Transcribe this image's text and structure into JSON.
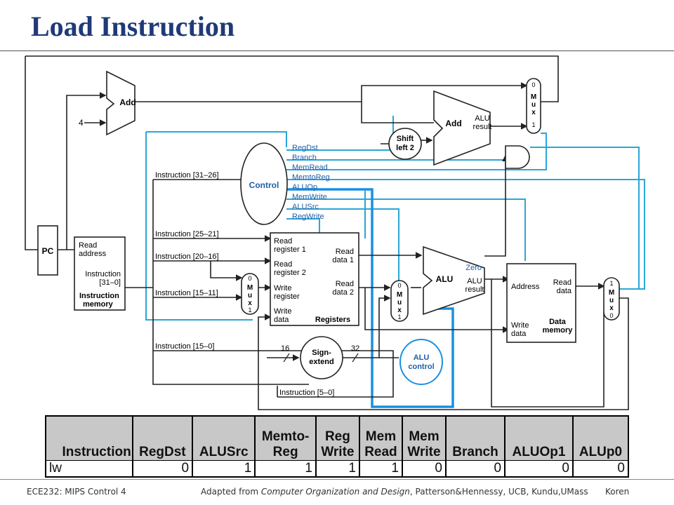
{
  "slide": {
    "title": "Load Instruction"
  },
  "datapath": {
    "pc": "PC",
    "add_top": "Add",
    "constant_four": "4",
    "add_branch": [
      "Add",
      "ALU",
      "result"
    ],
    "shift_left": [
      "Shift",
      "left 2"
    ],
    "control": "Control",
    "control_signals": [
      "RegDst",
      "Branch",
      "MemRead",
      "MemtoReg",
      "ALUOp",
      "MemWrite",
      "ALUSrc",
      "RegWrite"
    ],
    "instr_memory": [
      "Read",
      "address",
      "Instruction",
      "[31–0]",
      "Instruction",
      "memory"
    ],
    "fields": [
      "Instruction [31–26]",
      "Instruction [25–21]",
      "Instruction [20–16]",
      "Instruction [15–11]",
      "Instruction [15–0]",
      "Instruction [5–0]"
    ],
    "registers": {
      "read_reg1": [
        "Read",
        "register 1"
      ],
      "read_reg2": [
        "Read",
        "register 2"
      ],
      "write_reg": [
        "Write",
        "register"
      ],
      "write_data": [
        "Write",
        "data"
      ],
      "read_data1": [
        "Read",
        "data 1"
      ],
      "read_data2": [
        "Read",
        "data 2"
      ],
      "name": "Registers"
    },
    "mux_labels": [
      "M",
      "u",
      "x"
    ],
    "mux_inputs": {
      "zero": "0",
      "one": "1"
    },
    "sign_extend": [
      "Sign-",
      "extend"
    ],
    "width_16": "16",
    "width_32": "32",
    "alu": {
      "name": "ALU",
      "zero": "Zero",
      "result": [
        "ALU",
        "result"
      ]
    },
    "alu_control": [
      "ALU",
      "control"
    ],
    "data_memory": {
      "address": "Address",
      "read_data": [
        "Read",
        "data"
      ],
      "write_data": [
        "Write",
        "data"
      ],
      "name": [
        "Data",
        "memory"
      ]
    },
    "colors": {
      "control_lines": "#2aa6d6",
      "datapath_lines": "#222222",
      "active_path": "#1a8fe0",
      "title": "#1f3a78"
    }
  },
  "control_table": {
    "headers": [
      "Instruction",
      "RegDst",
      "ALUSrc",
      "Memto-Reg",
      "Reg Write",
      "Mem Read",
      "Mem Write",
      "Branch",
      "ALUOp1",
      "ALUp0"
    ],
    "header_lines": [
      [
        "Instruction"
      ],
      [
        "RegDst"
      ],
      [
        "ALUSrc"
      ],
      [
        "Memto-",
        "Reg"
      ],
      [
        "Reg",
        "Write"
      ],
      [
        "Mem",
        "Read"
      ],
      [
        "Mem",
        "Write"
      ],
      [
        "Branch"
      ],
      [
        "ALUOp1"
      ],
      [
        "ALUp0"
      ]
    ],
    "rows": [
      [
        "lw",
        "0",
        "1",
        "1",
        "1",
        "1",
        "0",
        "0",
        "0",
        "0"
      ]
    ]
  },
  "footer": {
    "left": "ECE232: MIPS Control 4",
    "credit_prefix": "Adapted from ",
    "credit_title": "Computer Organization and Design",
    "credit_suffix": ", Patterson&Hennessy, UCB, Kundu,UMass",
    "right": "Koren"
  }
}
